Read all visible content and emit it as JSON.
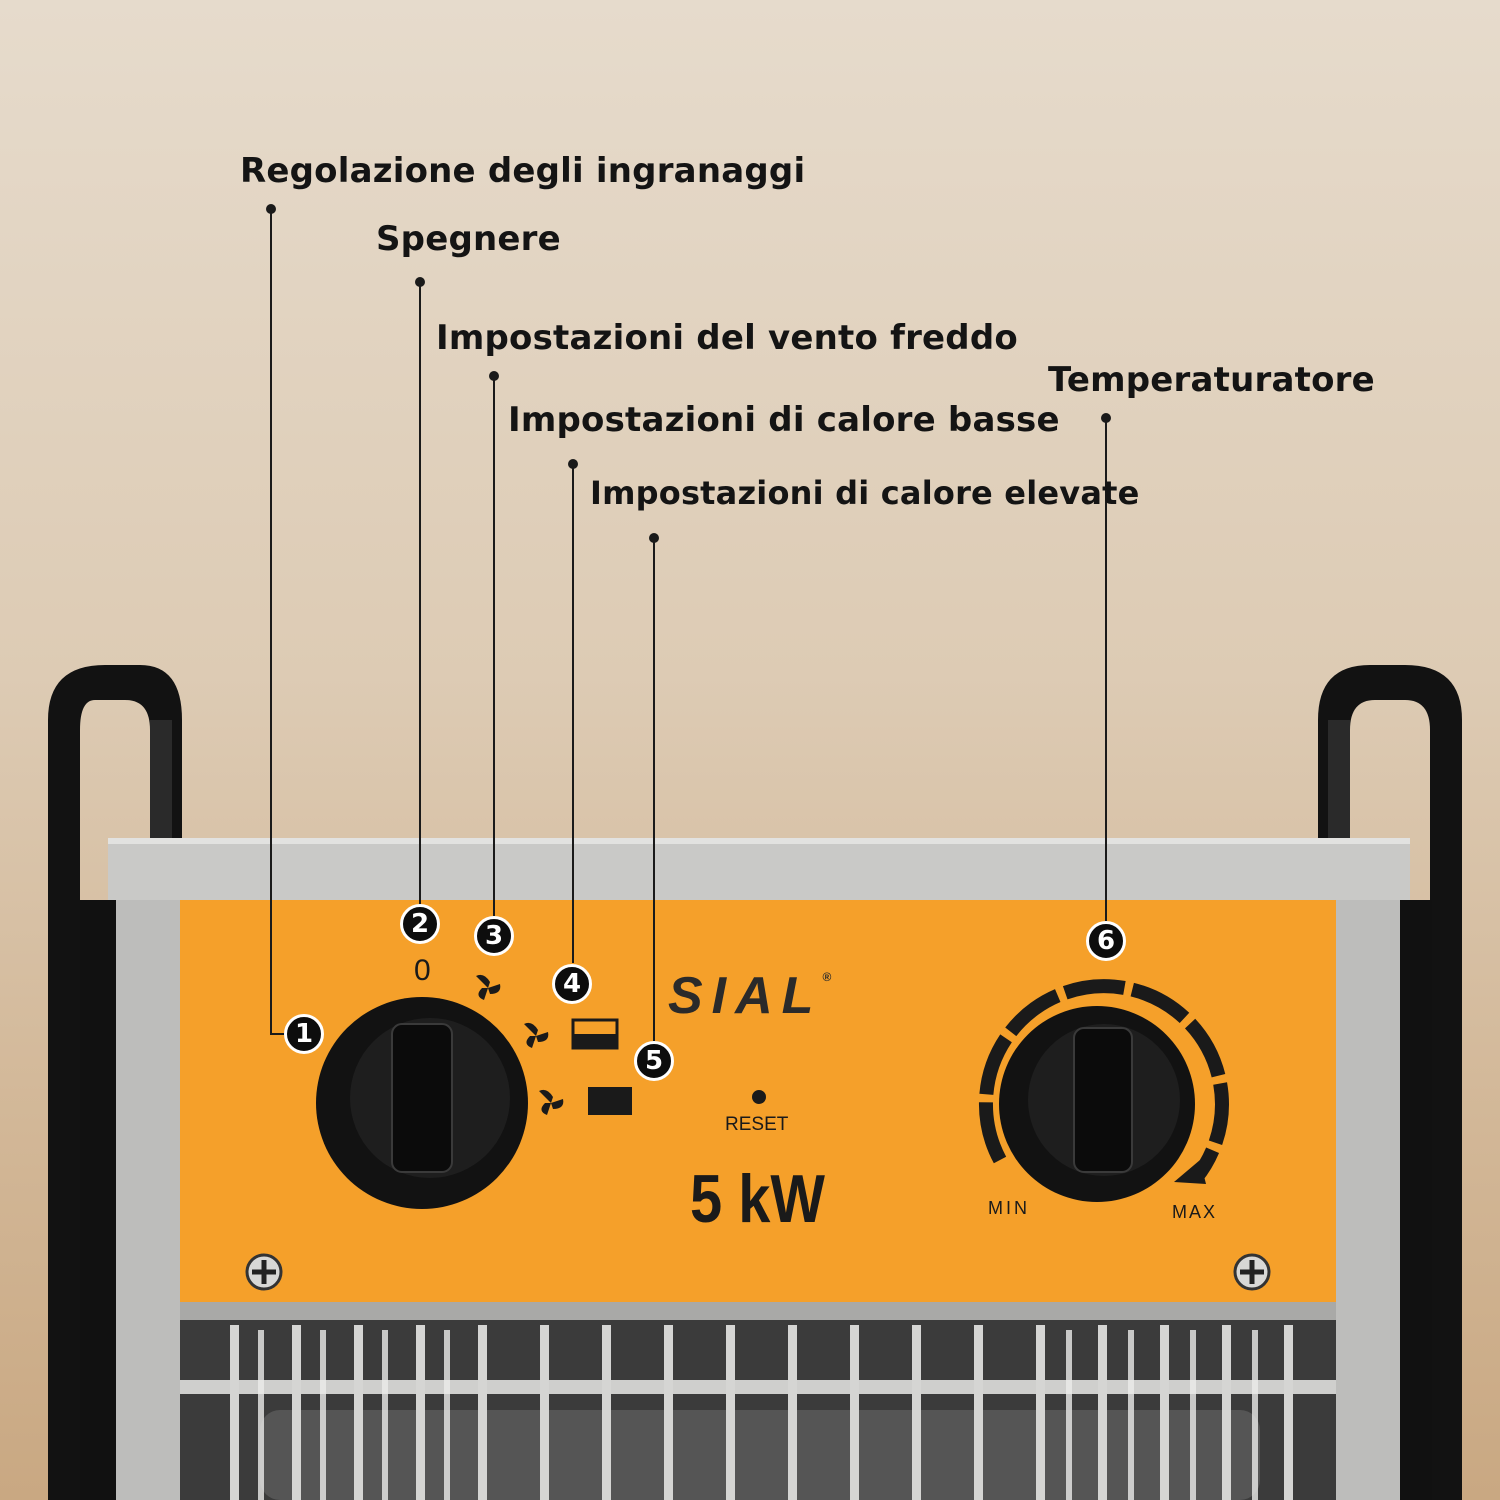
{
  "callouts": [
    {
      "number": "1",
      "label": "Regolazione degli ingranaggi"
    },
    {
      "number": "2",
      "label": "Spegnere"
    },
    {
      "number": "3",
      "label": "Impostazioni del vento freddo"
    },
    {
      "number": "4",
      "label": "Impostazioni di calore basse"
    },
    {
      "number": "5",
      "label": "Impostazioni di calore elevate"
    },
    {
      "number": "6",
      "label": "Temperaturatore"
    }
  ],
  "device": {
    "brand": "SIAL",
    "brand_mark": "®",
    "power": "5 kW",
    "reset_label": "RESET",
    "off_position": "0",
    "thermostat_min": "MIN",
    "thermostat_max": "MAX",
    "icons": [
      "fan-icon",
      "low-heat-icon",
      "high-heat-icon"
    ]
  },
  "colors": {
    "panel": "#f5a02a",
    "frame": "#c9c9c7",
    "knob": "#121212",
    "badge": "#0d0d0d"
  }
}
